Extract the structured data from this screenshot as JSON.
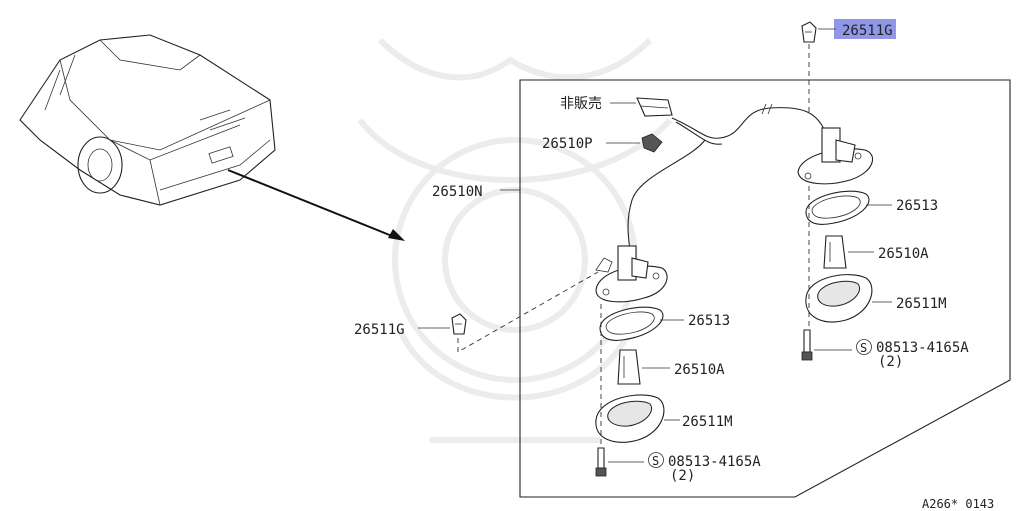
{
  "labels": {
    "top_right_g": "26511G",
    "left_g": "26511G",
    "not_sold": "非販売",
    "p_26510P": "26510P",
    "n_26510N": "26510N",
    "right_26513": "26513",
    "right_26510A": "26510A",
    "right_26511M": "26511M",
    "right_screw": "08513-4165A",
    "right_screw_qty": "(2)",
    "left_26513": "26513",
    "left_26510A": "26510A",
    "left_26511M": "26511M",
    "left_screw": "08513-4165A",
    "left_screw_qty": "(2)",
    "screw_symbol": "S",
    "diagram_code": "A266* 0143"
  },
  "colors": {
    "highlight": "#8f97e6",
    "line": "#222222",
    "watermark": "#ececec"
  }
}
